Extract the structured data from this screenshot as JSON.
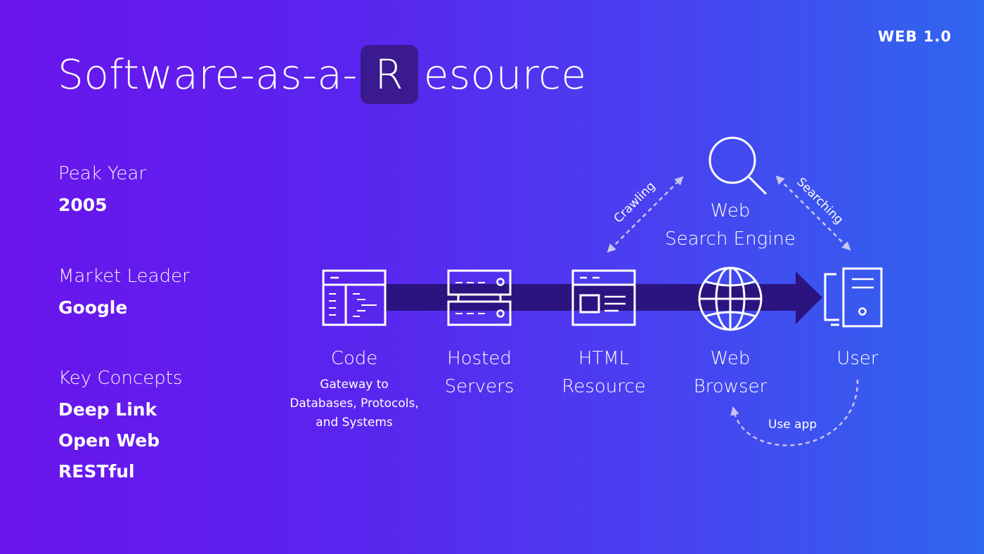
{
  "badge": "WEB 1.0",
  "title": {
    "prefix": "Software-as-a-",
    "highlight": "R",
    "suffix": "esource"
  },
  "info": {
    "peak_year": {
      "label": "Peak Year",
      "value": "2005"
    },
    "market_leader": {
      "label": "Market Leader",
      "value": "Google"
    },
    "key_concepts": {
      "label": "Key Concepts",
      "values": [
        "Deep Link",
        "Open Web",
        "RESTful"
      ]
    }
  },
  "nodes": {
    "code": {
      "label": "Code",
      "sub": [
        "Gateway to",
        "Databases, Protocols,",
        "and Systems"
      ],
      "icon": "code-window-icon"
    },
    "servers": {
      "label": [
        "Hosted",
        "Servers"
      ],
      "icon": "server-rack-icon"
    },
    "html": {
      "label": [
        "HTML",
        "Resource"
      ],
      "icon": "web-page-icon"
    },
    "browser": {
      "label": [
        "Web",
        "Browser"
      ],
      "icon": "globe-icon"
    },
    "user": {
      "label": "User",
      "icon": "computer-icon"
    },
    "search": {
      "label": [
        "Web",
        "Search Engine"
      ],
      "icon": "magnifier-icon"
    }
  },
  "edges": {
    "crawling": "Crawling",
    "searching": "Searching",
    "use_app": "Use app"
  },
  "colors": {
    "arrow": "#2b1480",
    "r_box": "#3a1a8e",
    "icon_stroke": "#ffffff",
    "dashed": "#c9c4f2"
  }
}
